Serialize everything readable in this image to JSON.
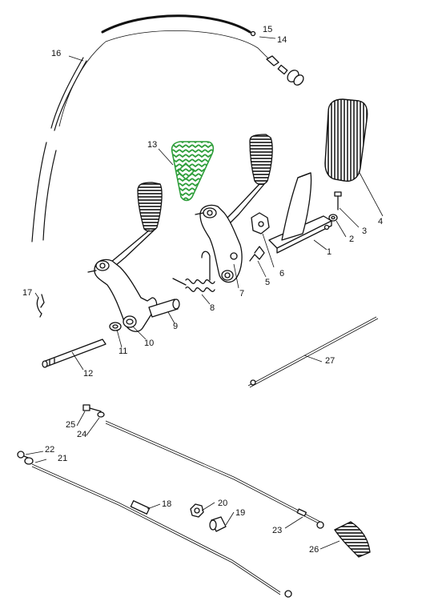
{
  "callouts": [
    {
      "id": "c1",
      "text": "1"
    },
    {
      "id": "c2",
      "text": "2"
    },
    {
      "id": "c3",
      "text": "3"
    },
    {
      "id": "c4",
      "text": "4"
    },
    {
      "id": "c5",
      "text": "5"
    },
    {
      "id": "c6",
      "text": "6"
    },
    {
      "id": "c7",
      "text": "7"
    },
    {
      "id": "c8",
      "text": "8"
    },
    {
      "id": "c9",
      "text": "9"
    },
    {
      "id": "c10",
      "text": "10"
    },
    {
      "id": "c11",
      "text": "11"
    },
    {
      "id": "c12",
      "text": "12"
    },
    {
      "id": "c13",
      "text": "13"
    },
    {
      "id": "c14",
      "text": "14"
    },
    {
      "id": "c15",
      "text": "15"
    },
    {
      "id": "c16",
      "text": "16"
    },
    {
      "id": "c17",
      "text": "17"
    },
    {
      "id": "c18",
      "text": "18"
    },
    {
      "id": "c19",
      "text": "19"
    },
    {
      "id": "c20",
      "text": "20"
    },
    {
      "id": "c21",
      "text": "21"
    },
    {
      "id": "c22",
      "text": "22"
    },
    {
      "id": "c23",
      "text": "23"
    },
    {
      "id": "c24",
      "text": "24"
    },
    {
      "id": "c25",
      "text": "25"
    },
    {
      "id": "c26",
      "text": "26"
    },
    {
      "id": "c27",
      "text": "27"
    }
  ],
  "highlight_color": "#2e9e3a",
  "ink_color": "#111111"
}
